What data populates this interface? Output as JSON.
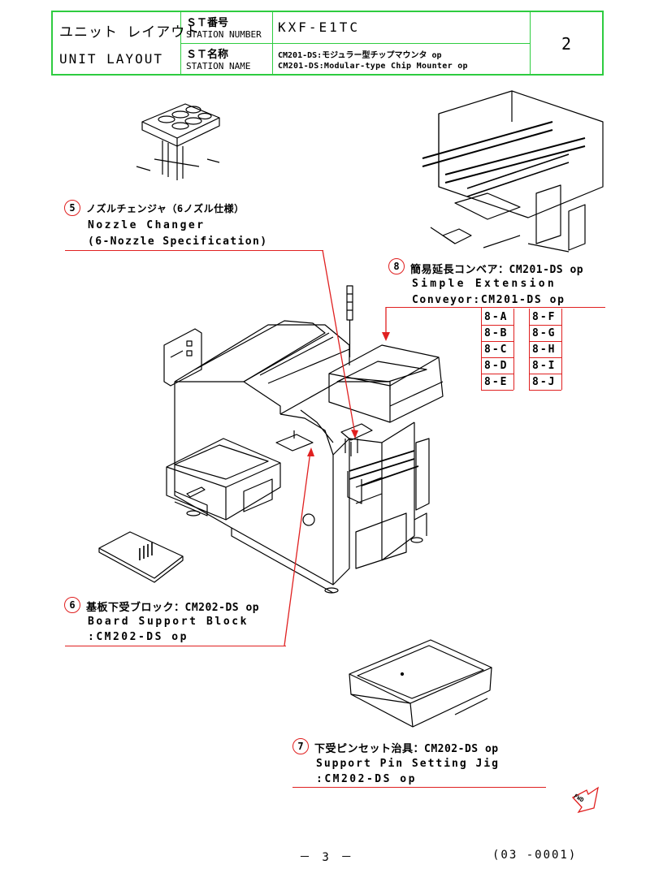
{
  "header": {
    "unit_layout_jp": "ユニット レイアウト",
    "unit_layout_en": "UNIT LAYOUT",
    "st_number_jp": "ＳＴ番号",
    "st_number_en": "STATION NUMBER",
    "st_name_jp": "ＳＴ名称",
    "st_name_en": "STATION NAME",
    "station_number": "KXF-E1TC",
    "station_name_jp": "CM201-DS:モジュラー型チップマウンタ op",
    "station_name_en": "CM201-DS:Modular-type Chip Mounter op",
    "page_index": "2"
  },
  "callouts": {
    "c5": {
      "num": "5",
      "jp": "ノズルチェンジャ（6ノズル仕様）",
      "en1": "Nozzle Changer",
      "en2": "(6-Nozzle Specification)"
    },
    "c8": {
      "num": "8",
      "jp": "簡易延長コンベア：CM201-DS op",
      "en1": "Simple Extension",
      "en2": "Conveyor:CM201-DS op"
    },
    "c6": {
      "num": "6",
      "jp": "基板下受ブロック：CM202-DS op",
      "en1": "Board Support Block",
      "en2": ":CM202-DS op"
    },
    "c7": {
      "num": "7",
      "jp": "下受ピンセット治具：CM202-DS op",
      "en1": "Support Pin Setting Jig",
      "en2": ":CM202-DS op"
    }
  },
  "sub_codes_left": [
    "8-A",
    "8-B",
    "8-C",
    "8-D",
    "8-E"
  ],
  "sub_codes_right": [
    "8-F",
    "8-G",
    "8-H",
    "8-I",
    "8-J"
  ],
  "fwd_mark": "FWD",
  "footer": {
    "page": "－ 3 －",
    "doc_no": "(03 -0001)"
  },
  "colors": {
    "header_border": "#2ecc40",
    "callout": "#e02020"
  }
}
